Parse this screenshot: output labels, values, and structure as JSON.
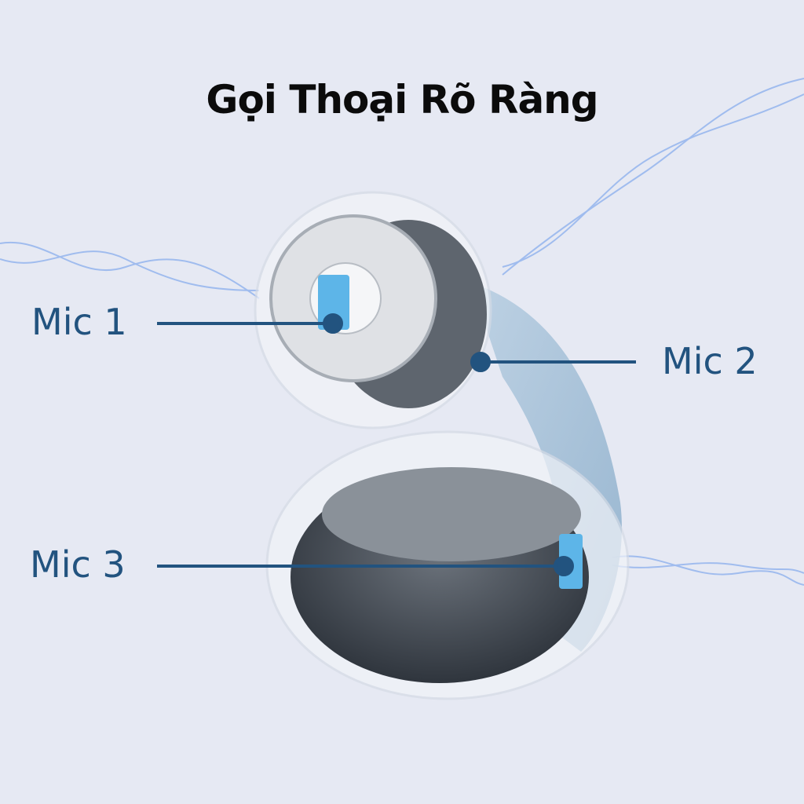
{
  "title": "Gọi Thoại Rõ Ràng",
  "labels": {
    "mic1": "Mic 1",
    "mic2": "Mic 2",
    "mic3": "Mic 3"
  },
  "colors": {
    "background": "#e6e9f3",
    "accent": "#22537f",
    "wave": "#7fa6e8"
  }
}
